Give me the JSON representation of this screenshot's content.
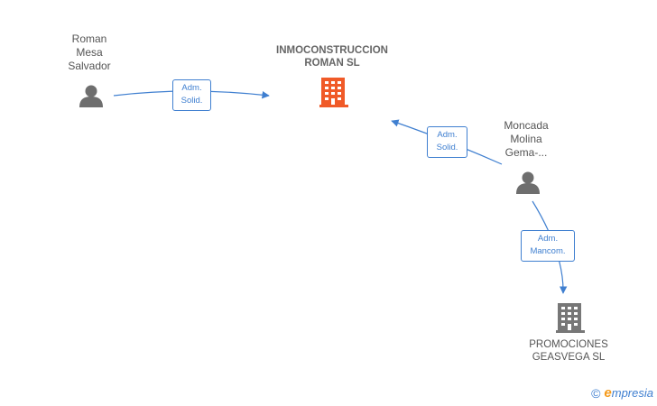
{
  "nodes": {
    "person_roman": {
      "label": "Roman\nMesa\nSalvador",
      "icon": "person-icon"
    },
    "company_inmo": {
      "label": "INMOCONSTRUCCION\nROMAN  SL",
      "icon": "building-icon",
      "color": "#f05a28"
    },
    "person_moncada": {
      "label": "Moncada\nMolina\nGema-...",
      "icon": "person-icon"
    },
    "company_promo": {
      "label": "PROMOCIONES\nGEASVEGA  SL",
      "icon": "building-icon",
      "color": "#777777"
    }
  },
  "edges": [
    {
      "label": "Adm.\nSolid."
    },
    {
      "label": "Adm.\nSolid."
    },
    {
      "label": "Adm.\nMancom."
    }
  ],
  "colors": {
    "edge": "#3f7fd0",
    "person": "#6e6e6e"
  },
  "brand": {
    "copyright": "©",
    "name_initial": "e",
    "name_rest": "mpresia"
  }
}
